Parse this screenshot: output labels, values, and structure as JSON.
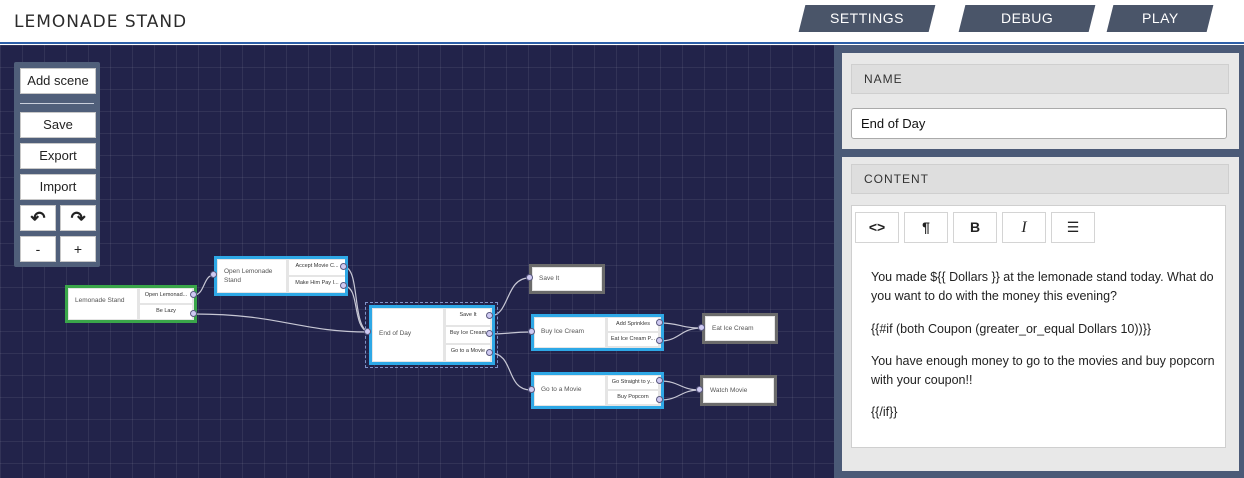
{
  "app": {
    "title": "LEMONADE STAND"
  },
  "nav": {
    "settings": "SETTINGS",
    "debug": "DEBUG",
    "play": "PLAY"
  },
  "toolbar": {
    "add_scene": "Add scene",
    "save": "Save",
    "export": "Export",
    "import": "Import",
    "undo_icon": "↶",
    "redo_icon": "↷",
    "zoom_out": "-",
    "zoom_in": "+"
  },
  "graph": {
    "nodes": {
      "lemonade_stand": {
        "title": "Lemonade Stand",
        "options": [
          "Open Lemonad...",
          "Be Lazy"
        ]
      },
      "open_lemonade_stand": {
        "title": "Open Lemonade Stand",
        "options": [
          "Accept Movie C...",
          "Make Him Pay I..."
        ]
      },
      "end_of_day": {
        "title": "End of Day",
        "options": [
          "Save It",
          "Buy Ice Cream",
          "Go to a Movie"
        ]
      },
      "save_it": {
        "title": "Save It"
      },
      "buy_ice_cream": {
        "title": "Buy Ice Cream",
        "options": [
          "Add Sprinkles",
          "Eat Ice Cream P..."
        ]
      },
      "eat_ice_cream": {
        "title": "Eat Ice Cream"
      },
      "go_to_a_movie": {
        "title": "Go to a Movie",
        "options": [
          "Go Straight to y...",
          "Buy Popcorn"
        ]
      },
      "watch_movie": {
        "title": "Watch Movie"
      }
    }
  },
  "panel": {
    "name_label": "NAME",
    "name_value": "End of Day",
    "content_label": "CONTENT",
    "editor_toolbar": {
      "code": "<>",
      "paragraph": "¶",
      "bold": "B",
      "italic": "I",
      "list": "☰"
    },
    "content_paragraphs": [
      "You made ${{ Dollars }} at the lemonade stand today. What do you want to do with the money this evening?",
      "{{#if (both Coupon (greater_or_equal Dollars 10))}}",
      "You have enough money to go to the movies and buy popcorn with your coupon!!",
      "{{/if}}"
    ]
  },
  "colors": {
    "canvas": "#22234a",
    "node_selected": "#2ea8e6",
    "node_start": "#3aa64a",
    "node_end": "#6b6b6b",
    "header_accent": "#2d5fa8",
    "nav_tab": "#4a5569",
    "panel": "#4b5a77"
  }
}
